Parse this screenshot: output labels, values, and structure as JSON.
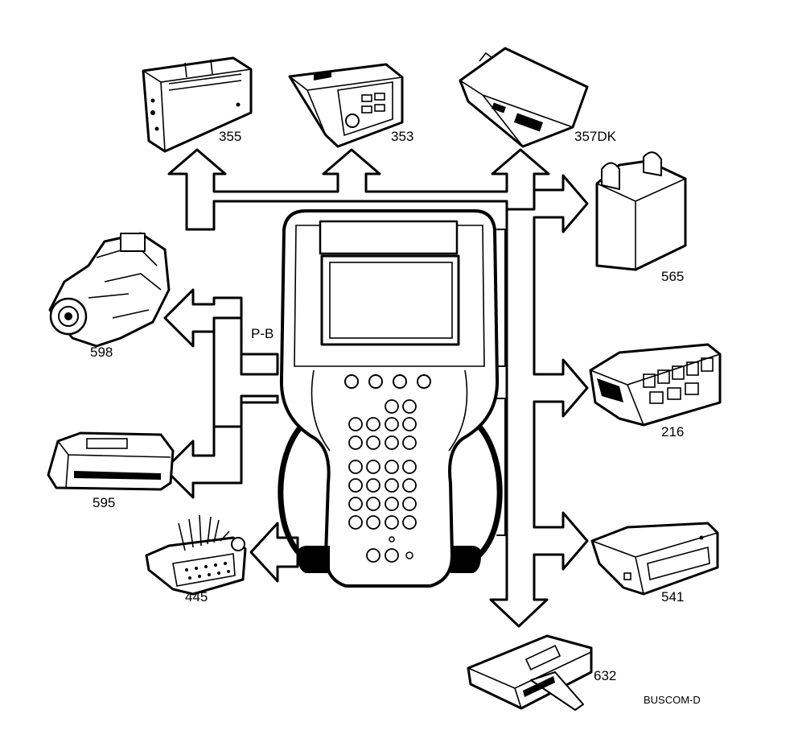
{
  "modules": [
    {
      "id": "355",
      "label": "355"
    },
    {
      "id": "353",
      "label": "353"
    },
    {
      "id": "357DK",
      "label": "357DK"
    },
    {
      "id": "565",
      "label": "565"
    },
    {
      "id": "598",
      "label": "598"
    },
    {
      "id": "216",
      "label": "216"
    },
    {
      "id": "595",
      "label": "595"
    },
    {
      "id": "445",
      "label": "445"
    },
    {
      "id": "541",
      "label": "541"
    },
    {
      "id": "632",
      "label": "632"
    }
  ],
  "bus_labels": {
    "left_bus": "P-B"
  },
  "figure_code": "BUSCOM-D"
}
